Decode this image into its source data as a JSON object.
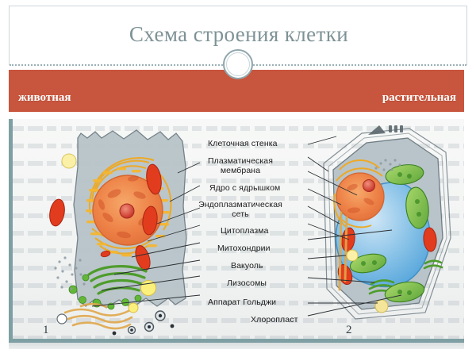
{
  "slide": {
    "title": "Схема строения клетки",
    "band": {
      "left_label": "животная",
      "right_label": "растительная",
      "color": "#c8553d"
    },
    "title_color": "#7e9296",
    "divider_color": "#9bb0b6",
    "frame_color": "#7e9fa3"
  },
  "figure": {
    "numbers": {
      "animal": "1",
      "plant": "2"
    },
    "callouts": [
      {
        "id": "cell-wall",
        "text": "Клеточная стенка"
      },
      {
        "id": "plasma-membrane",
        "line1": "Плазматическая",
        "line2": "мембрана"
      },
      {
        "id": "nucleus",
        "text": "Ядро с ядрышком"
      },
      {
        "id": "endoplasmic",
        "line1": "Эндоплазматическая",
        "line2": "сеть"
      },
      {
        "id": "cytoplasm",
        "text": "Цитоплазма"
      },
      {
        "id": "mitochondria",
        "text": "Митохондрии"
      },
      {
        "id": "vacuole",
        "text": "Вакуоль"
      },
      {
        "id": "lysosomes",
        "text": "Лизосомы"
      },
      {
        "id": "golgi",
        "text": "Аппарат Гольджи"
      },
      {
        "id": "chloroplast",
        "text": "Хлоропласт"
      }
    ]
  }
}
